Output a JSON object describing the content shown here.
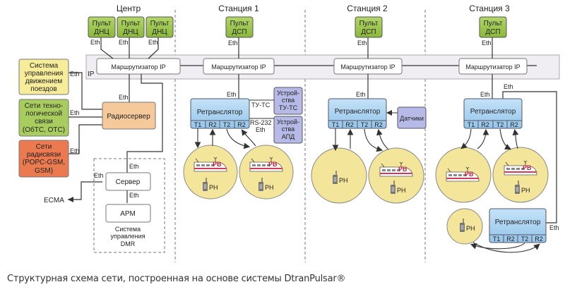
{
  "columns": {
    "center": "Центр",
    "station1": "Станция 1",
    "station2": "Станция 2",
    "station3": "Станция 3"
  },
  "labels": {
    "eth": "Eth",
    "ip": "IP",
    "router": "Маршрутизатор IP",
    "repeater": "Ретранслятор",
    "dnc_console": [
      "Пульт",
      "ДНЦ"
    ],
    "dsp_console": [
      "Пульт",
      "ДСП"
    ],
    "radioserver": "Радиосервер",
    "server": "Сервер",
    "arm": "АРМ",
    "ecma": "ECMA",
    "dmr_system": [
      "Система",
      "управления",
      "DMR"
    ],
    "train_control": [
      "Система",
      "управления",
      "движением",
      "поездов"
    ],
    "tech_networks": [
      "Сети техно-",
      "логической",
      "связи",
      "(ОбТС, ОТС)"
    ],
    "radio_networks": [
      "Сети",
      "радисвязи",
      "(РОРС-GSM,",
      "GSM)"
    ],
    "tu_ts_devices": [
      "Устрой-",
      "ства",
      "ТУ-ТС"
    ],
    "apd_devices": [
      "Устрой-",
      "ства",
      "АПД"
    ],
    "tu_ts": "ТУ-ТС",
    "rs232": "RS-232",
    "sensors": "Датчики",
    "slots": [
      "T1",
      "R2",
      "T2",
      "R2"
    ],
    "rv": "РВ",
    "rn": "РН"
  },
  "colors": {
    "console_green": "#9dc44a",
    "train_yellow": "#f4eca0",
    "tech_green": "#a9cc5e",
    "radio_red": "#ec7a50",
    "radioserver": "#f6c99a",
    "repeater_blue": "#a9d2f0",
    "device_purple": "#b7b9e6",
    "coverage_yellow": "#f3e59a"
  },
  "caption": "Структурная схема сети, построенная на основе системы DtranPulsar®"
}
